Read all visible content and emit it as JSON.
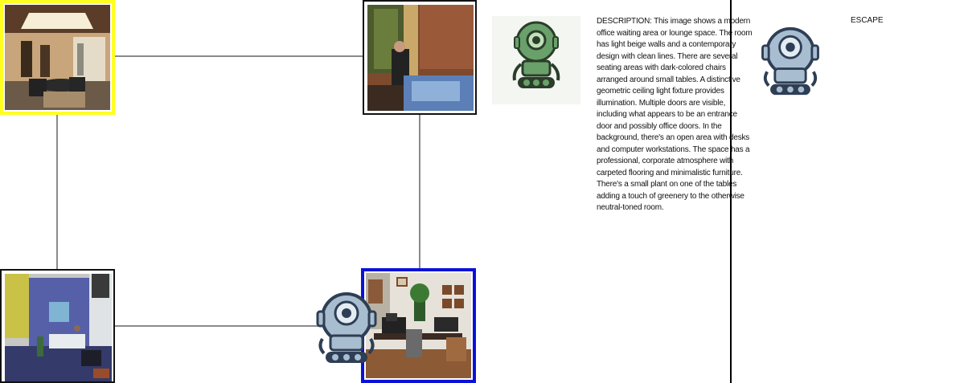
{
  "description": "DESCRIPTION: This image shows a modern office waiting area or lounge space. The room has light beige walls and a contemporary design with clean lines. There are several seating areas with dark-colored chairs arranged around small tables. A distinctive geometric ceiling light fixture provides illumination. Multiple doors are visible, including what appears to be an entrance door and possibly office doors. In the background, there's an open area with desks and computer workstations. The space has a professional, corporate atmosphere with carpeted flooring and minimalistic furniture. There's a small plant on one of the tables adding a touch of greenery to the otherwise neutral-toned room.",
  "escape_label": "ESCAPE",
  "colors": {
    "selected_room_border": "#ffff22",
    "player_room_border": "#0a12d8",
    "connection_line": "#8a8a8a",
    "blue_robot": "#a9bdd0",
    "green_robot": "#6aa06a"
  },
  "icons": {
    "player": "blue-robot-icon",
    "agent": "green-robot-icon",
    "escape": "blue-robot-icon"
  },
  "rooms": [
    {
      "id": "top-left",
      "scene": "office-lobby",
      "state": "selected"
    },
    {
      "id": "top-right",
      "scene": "hotel-bedroom",
      "state": "normal"
    },
    {
      "id": "bottom-left",
      "scene": "reception-area",
      "state": "normal"
    },
    {
      "id": "bottom-right",
      "scene": "home-office",
      "state": "current"
    }
  ]
}
